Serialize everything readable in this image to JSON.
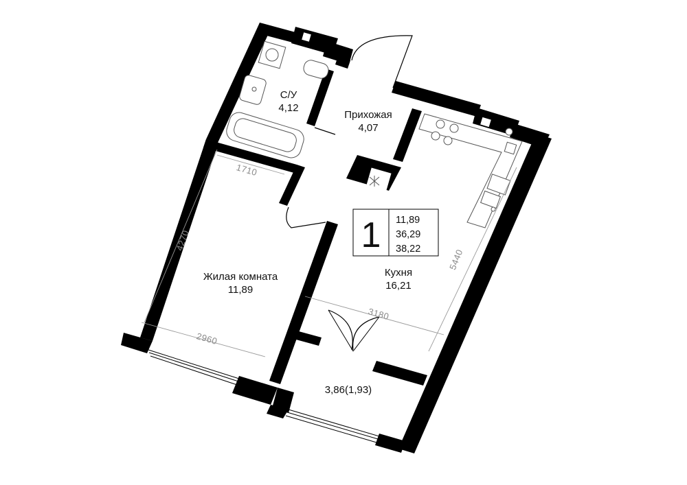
{
  "rooms": {
    "bathroom": {
      "name": "С/У",
      "area": "4,12"
    },
    "hallway": {
      "name": "Прихожая",
      "area": "4,07"
    },
    "living": {
      "name": "Жилая комната",
      "area": "11,89"
    },
    "kitchen": {
      "name": "Кухня",
      "area": "16,21"
    },
    "balcony": {
      "area": "3,86(1,93)"
    }
  },
  "badge": {
    "rooms_count": "1",
    "living_area": "11,89",
    "total_area": "36,29",
    "total_area_with_balcony": "38,22"
  },
  "dimensions": {
    "living_width_top": "1710",
    "living_height": "4270",
    "living_width_bottom": "2960",
    "kitchen_width": "3180",
    "kitchen_height": "5440"
  }
}
